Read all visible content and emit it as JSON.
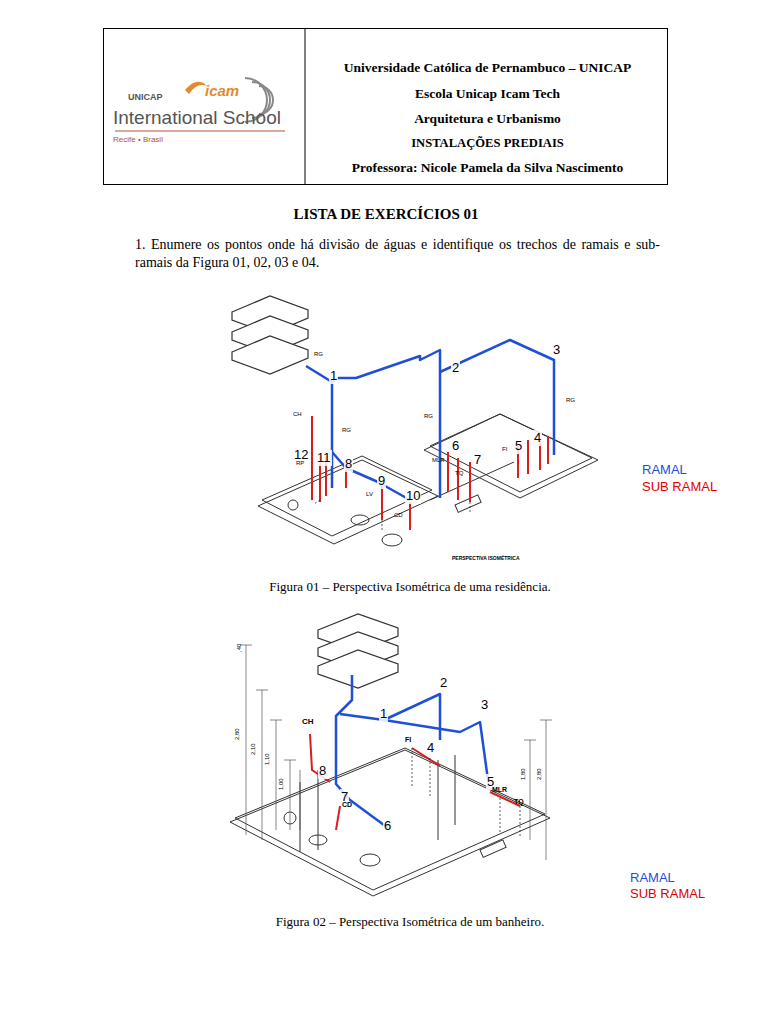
{
  "diagram": {
    "title": "LISTA DE EXERCÍCIOS 01",
    "nodes": [
      {
        "text": [
          "Universidade Católica de Pernambuco – UNICAP",
          "Escola Unicap Icam Tech",
          "Arquitetura e Urbanismo",
          "INSTALAÇÕES PREDIAIS",
          "Professora: Nicole Pamela da Silva Nascimento"
        ]
      }
    ],
    "labels": [
      "UNICAP",
      "icam",
      "International School",
      "Recife • Brasil",
      "1. Enumere os pontos onde há divisão de águas e identifique os trechos de ramais e sub-ramais da Figura 01, 02, 03 e 04.",
      "1",
      "2",
      "3",
      "4",
      "5",
      "6",
      "7",
      "8",
      "9",
      "10",
      "11",
      "12",
      "RG",
      "CH",
      "RP",
      "RG",
      "LV",
      "CD",
      "RG",
      "MLR",
      "TQ",
      "FI",
      "RG",
      "PERSPECTIVA ISOMÉTRICA",
      "Figura 01 – Perspectiva Isométrica de uma residência.",
      "1",
      "2",
      "3",
      "4",
      "5",
      "6",
      "7",
      "8",
      "CH",
      "FI",
      "CD",
      "MLR",
      "TQ",
      ",40",
      "2,80",
      "2,10",
      "1,10",
      "1,00",
      "1,80",
      "2,80",
      "Figura 02 – Perspectiva Isométrica de um banheiro."
    ],
    "legend": [
      {
        "text": "RAMAL",
        "color": "#1f4fd6"
      },
      {
        "text": "SUB RAMAL",
        "color": "#e00000"
      },
      {
        "text": "RAMAL",
        "color": "#1f4fd6"
      },
      {
        "text": "SUB RAMAL",
        "color": "#e00000"
      }
    ]
  }
}
